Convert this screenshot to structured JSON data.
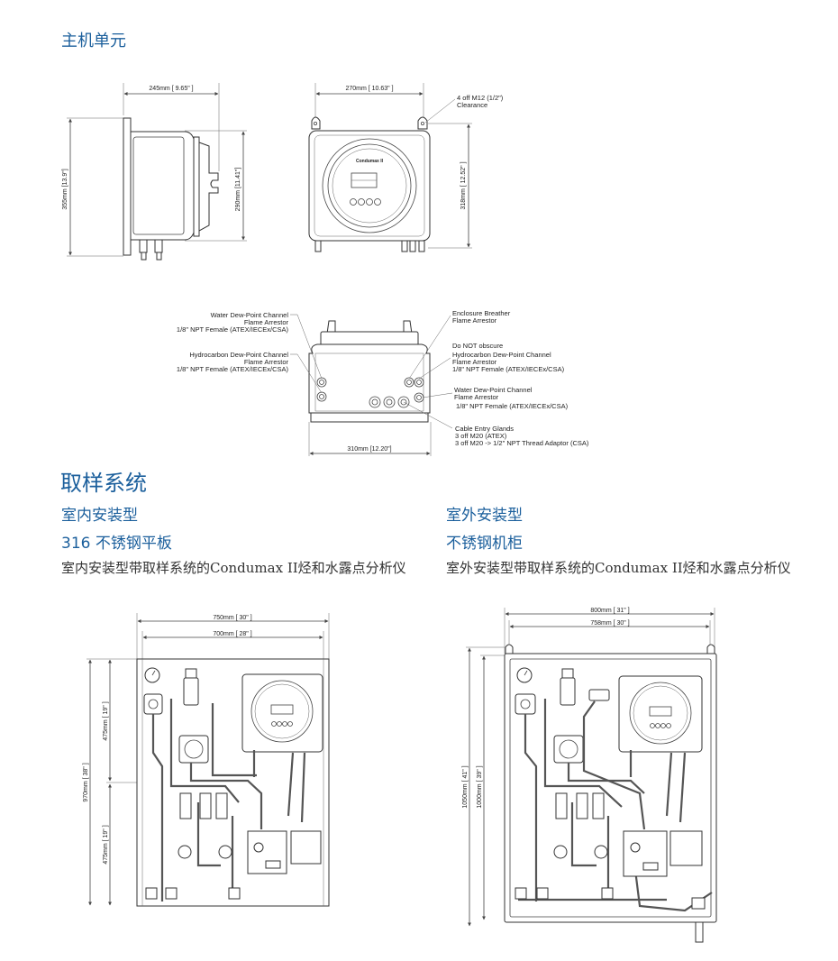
{
  "main_unit": {
    "title": "主机单元",
    "side_view": {
      "width_dim": "245mm [ 9.65\" ]",
      "height_dim": "355mm [13.9\"]",
      "body_height_dim": "290mm [11.41\"]"
    },
    "front_view": {
      "width_dim": "270mm [ 10.63\" ]",
      "height_dim": "318mm [ 12.52\" ]",
      "brand": "Condumax II",
      "mount_note": [
        "4 off M12 (1/2\")",
        "Clearance"
      ]
    },
    "bottom_view": {
      "width_dim": "310mm [12.20\"]",
      "left_labels": [
        [
          "Water Dew-Point Channel",
          "Flame Arrestor",
          "1/8\" NPT Female (ATEX/IECEx/CSA)"
        ],
        [
          "Hydrocarbon Dew-Point Channel",
          "Flame Arrestor",
          "1/8\" NPT Female (ATEX/IECEx/CSA)"
        ]
      ],
      "right_labels": [
        [
          "Enclosure Breather",
          "Flame Arrestor"
        ],
        [
          "Do NOT obscure"
        ],
        [
          "Hydrocarbon Dew-Point Channel",
          "Flame Arrestor",
          "1/8\" NPT Female (ATEX/IECEx/CSA)"
        ],
        [
          "Water Dew-Point Channel",
          "Flame Arrestor",
          "1/8\" NPT Female (ATEX/IECEx/CSA)"
        ],
        [
          "Cable Entry Glands",
          "3 off M20 (ATEX)",
          "3 off M20 -> 1/2\" NPT Thread Adaptor (CSA)"
        ]
      ]
    }
  },
  "sampling": {
    "title": "取样系统",
    "indoor": {
      "type": "室内安装型",
      "material": "316 不锈钢平板",
      "description": "室内安装型带取样系统的Condumax II烃和水露点分析仪",
      "dims": {
        "outer_width": "750mm [ 30\" ]",
        "inner_width": "700mm [ 28\" ]",
        "total_height": "970mm [ 38\" ]",
        "upper_height": "475mm [ 19\" ]",
        "lower_height": "475mm [ 19\" ]"
      }
    },
    "outdoor": {
      "type": "室外安装型",
      "material": "不锈钢机柜",
      "description": "室外安装型带取样系统的Condumax II烃和水露点分析仪",
      "dims": {
        "outer_width": "800mm [ 31\" ]",
        "inner_width": "758mm [ 30\" ]",
        "total_height": "1050mm [ 41\" ]",
        "inner_height": "1000mm [ 39\" ]"
      }
    }
  },
  "colors": {
    "heading": "#1b5f9c",
    "text": "#333333",
    "line": "#444444"
  }
}
